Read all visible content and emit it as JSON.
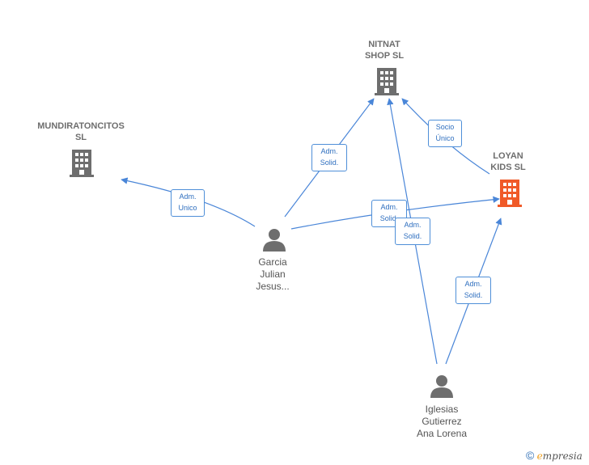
{
  "colors": {
    "edge": "#4a86d8",
    "company": "#6e6e6e",
    "focus_company": "#f05a28",
    "person": "#6e6e6e"
  },
  "companies": {
    "nitnat": {
      "name": "NITNAT\nSHOP  SL",
      "icon": "building-icon"
    },
    "mundi": {
      "name": "MUNDIRATONCITOS\nSL",
      "icon": "building-icon"
    },
    "loyan": {
      "name": "LOYAN\nKIDS  SL",
      "icon": "building-icon"
    }
  },
  "people": {
    "garcia": {
      "name": "Garcia\nJulian\nJesus...",
      "icon": "person-icon"
    },
    "iglesias": {
      "name": "Iglesias\nGutierrez\nAna Lorena",
      "icon": "person-icon"
    }
  },
  "relations": {
    "garcia_mundi": "Adm.\nUnico",
    "garcia_nitnat": "Adm.\nSolid.",
    "garcia_loyan": "Adm.\nSolid.",
    "iglesias_nitnat": "Adm.\nSolid.",
    "iglesias_loyan": "Adm.\nSolid.",
    "loyan_nitnat": "Socio\nÚnico"
  },
  "brand": {
    "copyright": "©",
    "e": "e",
    "rest": "mpresia"
  }
}
